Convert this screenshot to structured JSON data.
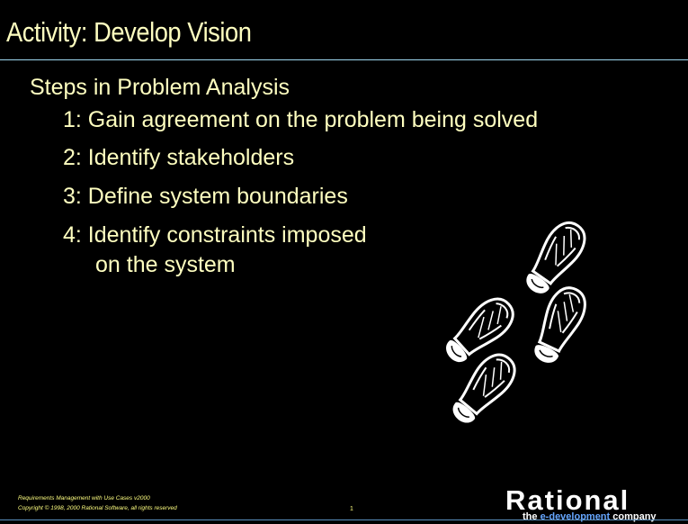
{
  "slide": {
    "title": "Activity: Develop Vision",
    "heading": "Steps in Problem Analysis",
    "steps": [
      "1: Gain agreement on the problem being solved",
      "2: Identify stakeholders",
      "3: Define system boundaries",
      "4: Identify constraints imposed"
    ],
    "step4_continuation": "on the system"
  },
  "footer": {
    "course": "Requirements Management with Use Cases v2000",
    "copyright": "Copyright © 1998, 2000 Rational Software, all rights reserved",
    "page_number": "1"
  },
  "logo": {
    "name": "Rational",
    "tagline_prefix": "the ",
    "tagline_accent": "e-development",
    "tagline_suffix": " company"
  },
  "icons": {
    "illustration": "footprints-icon"
  },
  "colors": {
    "background": "#000000",
    "text": "#ffffc0",
    "rule": "#9fd8f0",
    "logo_accent": "#66a6ff"
  }
}
